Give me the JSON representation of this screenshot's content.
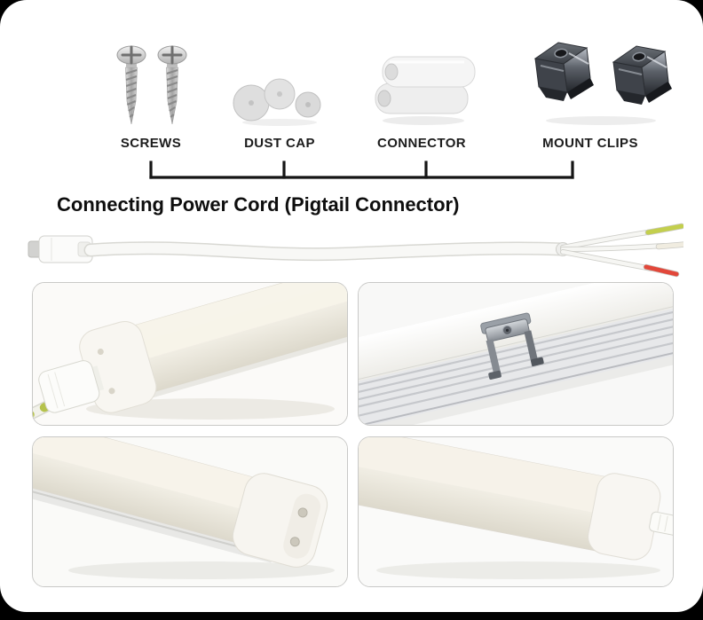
{
  "parts": {
    "items": [
      {
        "label": "SCREWS",
        "icon": "screws-icon"
      },
      {
        "label": "DUST CAP",
        "icon": "dust-cap-icon"
      },
      {
        "label": "CONNECTOR",
        "icon": "connector-icon"
      },
      {
        "label": "MOUNT CLIPS",
        "icon": "mount-clips-icon"
      }
    ]
  },
  "cord_section": {
    "heading": "Connecting Power Cord (Pigtail Connector)",
    "wire_tip_colors": {
      "top": "#c3cf4d",
      "middle": "#f0ece0",
      "bottom": "#e2473a"
    }
  },
  "photos": {
    "panels": [
      {
        "name": "tube-end-with-power-cord-connected"
      },
      {
        "name": "tube-with-mount-clip-installed"
      },
      {
        "name": "tube-end-cap-detail"
      },
      {
        "name": "tube-end-with-pigtail-connector"
      }
    ]
  },
  "colors": {
    "canvas": "#ffffff",
    "frame": "#000000"
  }
}
